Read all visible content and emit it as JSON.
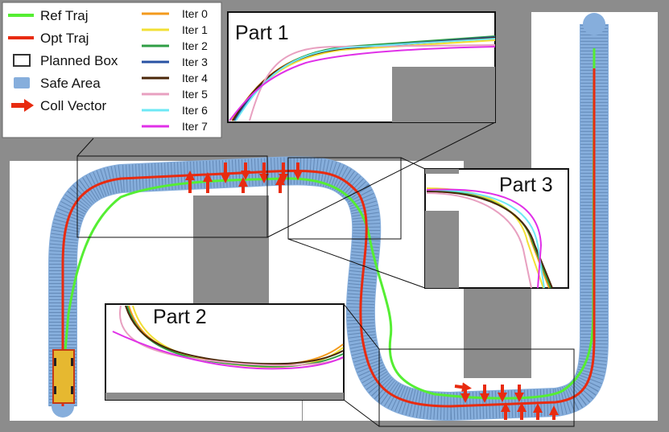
{
  "legend_main": [
    {
      "id": "ref",
      "label": "Ref Traj",
      "color": "#55ee33",
      "icon": "line-swatch"
    },
    {
      "id": "opt",
      "label": "Opt Traj",
      "color": "#e82b10",
      "icon": "line-swatch"
    },
    {
      "id": "box",
      "label": "Planned Box",
      "color": "#333333",
      "icon": "box-swatch"
    },
    {
      "id": "safe",
      "label": "Safe Area",
      "color": "#86aedc",
      "icon": "area-swatch"
    },
    {
      "id": "coll",
      "label": "Coll Vector",
      "color": "#e82b10",
      "icon": "arrow-swatch"
    }
  ],
  "legend_iters": [
    {
      "label": "Iter 0",
      "color": "#f39a1c"
    },
    {
      "label": "Iter 1",
      "color": "#f2e035"
    },
    {
      "label": "Iter 2",
      "color": "#2f9e44"
    },
    {
      "label": "Iter 3",
      "color": "#2852a3"
    },
    {
      "label": "Iter 4",
      "color": "#4a2608"
    },
    {
      "label": "Iter 5",
      "color": "#e8a0c0"
    },
    {
      "label": "Iter 6",
      "color": "#6ee8f5"
    },
    {
      "label": "Iter 7",
      "color": "#e030e8"
    }
  ],
  "insets": {
    "part1": {
      "label": "Part 1"
    },
    "part2": {
      "label": "Part 2"
    },
    "part3": {
      "label": "Part 3"
    }
  },
  "colors": {
    "background": "#8c8c8c",
    "road": "#ffffff",
    "obstacle": "#8c8c8c",
    "vehicle": "#e6b830"
  }
}
